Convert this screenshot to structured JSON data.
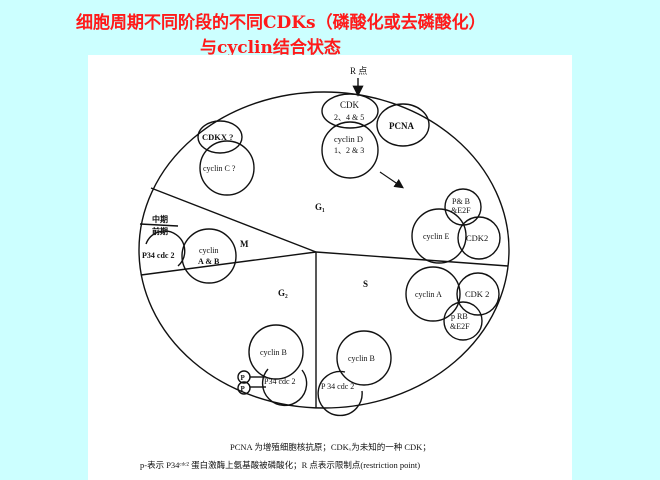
{
  "title": {
    "line1": "细胞周期不同阶段的不同CDKs（磷酸化或去磷酸化）",
    "line2": "与cyclin结合状态"
  },
  "diagram": {
    "r_point": "R 点",
    "phases": {
      "g1": "G₁",
      "g2": "G₂",
      "s": "S",
      "m": "M",
      "metaphase": "中期",
      "prophase": "前期"
    },
    "g1": {
      "cdk_title": "CDK",
      "cdk_sub": "2、4 & 5",
      "pcna": "PCNA",
      "cyclin_d": "cyclin  D",
      "cyclin_d_sub": "1、2 & 3",
      "cdkx": "CDKX ?",
      "cyclin_c": "cyclin  C ?",
      "prb1": "P& B",
      "prb2": "&E2F",
      "cyclin_e": "cyclin  E",
      "cdk2": "CDK2"
    },
    "m": {
      "p34": "P34 cdc 2",
      "cyclin_ab1": "cyclin",
      "cyclin_ab2": "A & B"
    },
    "s": {
      "cyclin_a": "cyclin  A",
      "cdk2": "CDK 2",
      "prb1": "p RB",
      "prb2": "&E2F",
      "cyclin_b": "cyclin  B",
      "p34": "P 34  cdc 2"
    },
    "g2": {
      "cyclin_b": "cyclin  B",
      "p34": "P34  cdc 2",
      "p": "P"
    }
  },
  "footnotes": {
    "line1": "PCNA 为增殖细胞核抗原；CDKₓ为未知的一种 CDK；",
    "line2": "p-表示 P34ᶜᵈᶜ² 蛋白激酶上氨基酸被磷酸化；R 点表示限制点(restriction point)"
  }
}
